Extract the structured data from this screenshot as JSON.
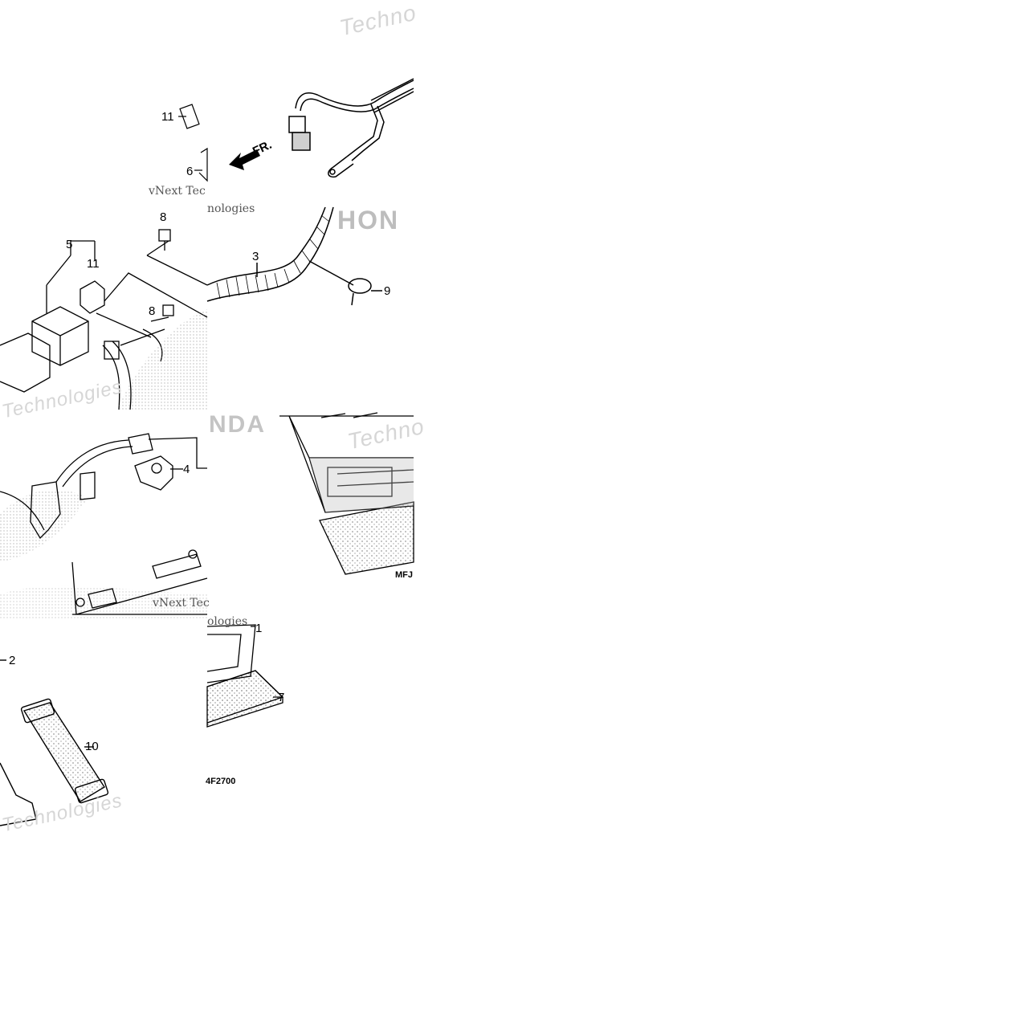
{
  "diagram": {
    "callouts": [
      {
        "id": "c11a",
        "text": "11"
      },
      {
        "id": "c6",
        "text": "6"
      },
      {
        "id": "c8a",
        "text": "8"
      },
      {
        "id": "c5",
        "text": "5"
      },
      {
        "id": "c11b",
        "text": "11"
      },
      {
        "id": "c3",
        "text": "3"
      },
      {
        "id": "c9",
        "text": "9"
      },
      {
        "id": "c8b",
        "text": "8"
      },
      {
        "id": "c4",
        "text": "4"
      },
      {
        "id": "c2",
        "text": "2"
      },
      {
        "id": "c10",
        "text": "10"
      },
      {
        "id": "c1",
        "text": "1"
      },
      {
        "id": "c7",
        "text": "7"
      }
    ],
    "direction_label": "FR.",
    "codes": [
      "MFJ",
      "4F2700"
    ],
    "watermarks": {
      "techno": "Techno",
      "technologies": "Technologies",
      "vnext": "vNext Tec",
      "logies_a": "nologies",
      "logies_b": "ologies",
      "hon": "HON",
      "nda": "NDA"
    },
    "colors": {
      "ink": "#000000",
      "watermark": "#cfcfcf",
      "paper": "#ffffff"
    }
  }
}
